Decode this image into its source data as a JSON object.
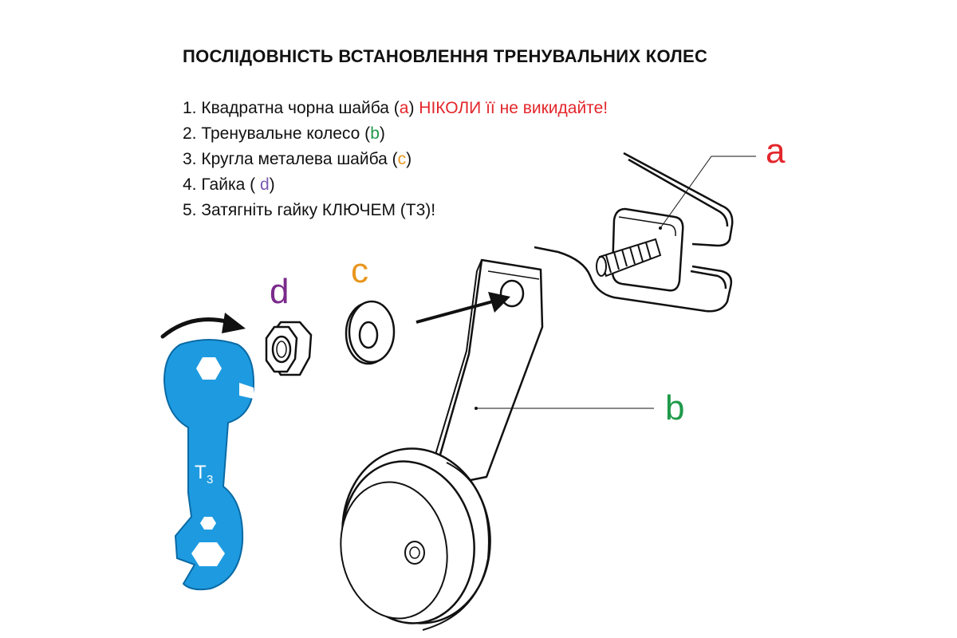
{
  "title": "ПОСЛІДОВНІСТЬ ВСТАНОВЛЕННЯ ТРЕНУВАЛЬНИХ КОЛЕС",
  "steps": [
    {
      "before": "1. Квадратна чорна шайба (",
      "letter": "a",
      "after": ") ",
      "warning": "НІКОЛИ її не викидайте!"
    },
    {
      "before": "2. Тренувальне колесо (",
      "letter": "b",
      "after": ")"
    },
    {
      "before": "3. Кругла металева шайба (",
      "letter": "c",
      "after": ")"
    },
    {
      "before": "4. Гайка ( ",
      "letter": "d",
      "after": ")"
    },
    {
      "text": "5. Затягніть гайку КЛЮЧЕМ (T3)!"
    }
  ],
  "part_labels": {
    "a": "a",
    "b": "b",
    "c": "c",
    "d": "d"
  },
  "wrench_label": {
    "main": "T",
    "sub": "3"
  },
  "colors": {
    "a": "#e3262b",
    "b": "#1e9a4a",
    "c": "#e8961e",
    "d": "#7b2a8c",
    "warning": "#e3262b",
    "wrench": "#1e9be0"
  },
  "icons": [
    "square-washer-icon",
    "bolt-icon",
    "training-wheel-icon",
    "round-washer-icon",
    "nut-icon",
    "wrench-icon",
    "arrow-icon",
    "rotation-arrow-icon"
  ]
}
